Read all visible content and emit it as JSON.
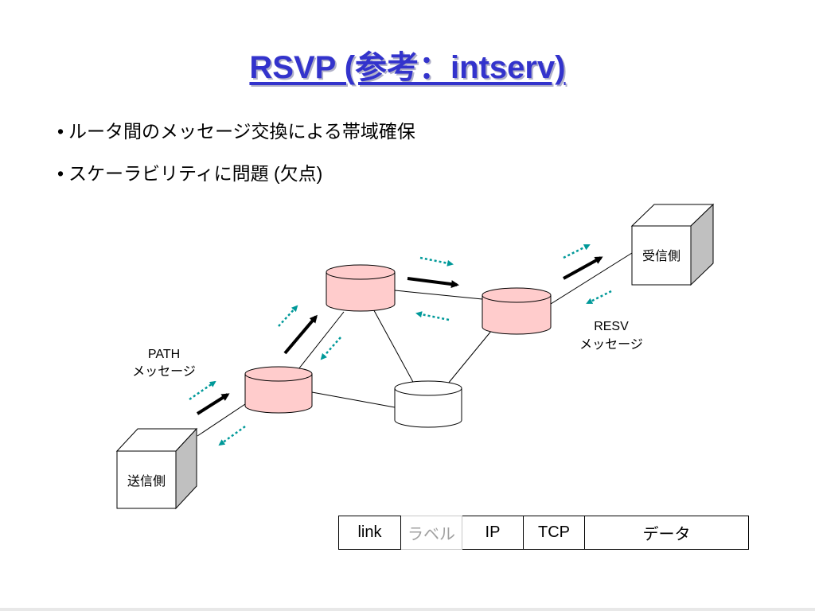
{
  "slide": {
    "title": "RSVP (参考：intserv)",
    "bullets": [
      "ルータ間のメッセージ交換による帯域確保",
      "スケーラビリティに問題 (欠点)"
    ]
  },
  "diagram": {
    "sender_label": "送信側",
    "receiver_label": "受信側",
    "path_label_line1": "PATH",
    "path_label_line2": "メッセージ",
    "resv_label_line1": "RESV",
    "resv_label_line2": "メッセージ",
    "colors": {
      "reserved_router_fill": "#ffcccc",
      "message_arrow": "#009999",
      "data_arrow": "#000000",
      "box_side": "#c0c0c0"
    }
  },
  "packet_format": {
    "fields": [
      {
        "label": "link",
        "muted": false
      },
      {
        "label": "ラベル",
        "muted": true
      },
      {
        "label": "IP",
        "muted": false
      },
      {
        "label": "TCP",
        "muted": false
      },
      {
        "label": "データ",
        "muted": false
      }
    ]
  }
}
